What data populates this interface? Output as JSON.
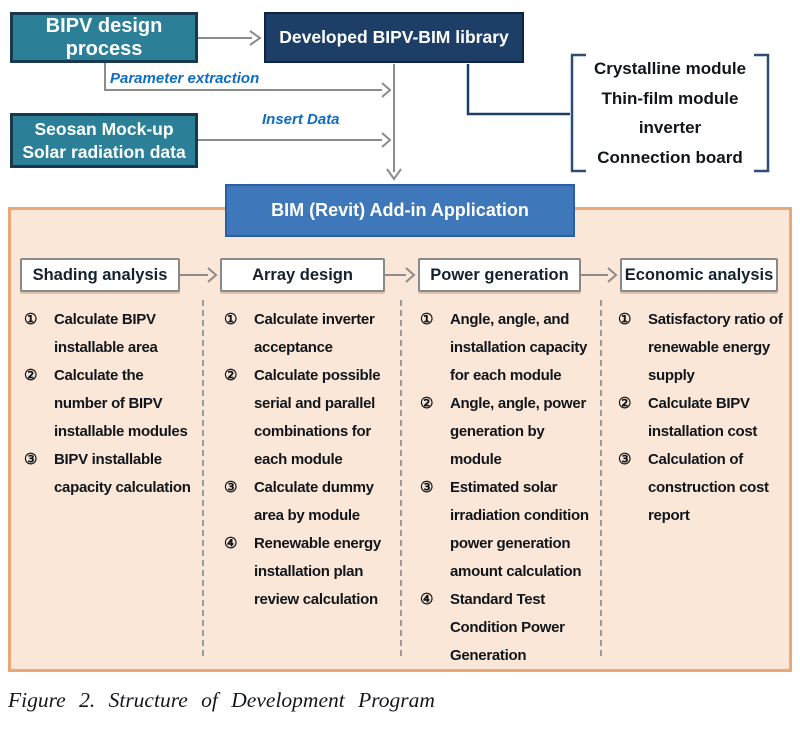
{
  "figure": {
    "caption": "Figure 2. Structure of Development Program"
  },
  "flow": {
    "bipv_design_process": "BIPV design process",
    "developed_library": "Developed BIPV-BIM library",
    "seosan": {
      "line1": "Seosan Mock-up",
      "line2": "Solar radiation data"
    },
    "parameter_extraction_label": "Parameter extraction",
    "insert_data_label": "Insert Data",
    "bim_application": "BIM (Revit) Add-in Application",
    "library_components": [
      "Crystalline module",
      "Thin-film module",
      "inverter",
      "Connection board"
    ]
  },
  "pipeline": {
    "columns": [
      {
        "header": "Shading analysis",
        "items": [
          {
            "num": "①",
            "text": "Calculate BIPV installable area"
          },
          {
            "num": "②",
            "text": "Calculate the number of BIPV installable modules"
          },
          {
            "num": "③",
            "text": "BIPV installable capacity calculation"
          }
        ]
      },
      {
        "header": "Array design",
        "items": [
          {
            "num": "①",
            "text": "Calculate inverter acceptance"
          },
          {
            "num": "②",
            "text": "Calculate possible serial and parallel combinations for each module"
          },
          {
            "num": "③",
            "text": "Calculate dummy area by module"
          },
          {
            "num": "④",
            "text": "Renewable energy installation plan review calculation"
          }
        ]
      },
      {
        "header": "Power generation",
        "items": [
          {
            "num": "①",
            "text": "Angle, angle, and installation capacity for each module"
          },
          {
            "num": "②",
            "text": "Angle, angle, power generation by module"
          },
          {
            "num": "③",
            "text": "Estimated solar irradiation condition power generation amount calculation"
          },
          {
            "num": "④",
            "text": "Standard Test Condition Power Generation"
          }
        ]
      },
      {
        "header": "Economic analysis",
        "items": [
          {
            "num": "①",
            "text": "Satisfactory ratio of renewable energy supply"
          },
          {
            "num": "②",
            "text": "Calculate BIPV installation cost"
          },
          {
            "num": "③",
            "text": "Calculation of construction cost report"
          }
        ]
      }
    ]
  },
  "colors": {
    "teal_box": "#2b7f97",
    "navy_box": "#1d3f67",
    "blue_box": "#3e77ba",
    "panel_fill": "#fbe7d7",
    "panel_border": "#e9a875",
    "connector_gray": "#8c8c8c",
    "navy_connector": "#1d3f67",
    "bracket_blue": "#2e4d77",
    "label_blue": "#0f6cc4"
  }
}
